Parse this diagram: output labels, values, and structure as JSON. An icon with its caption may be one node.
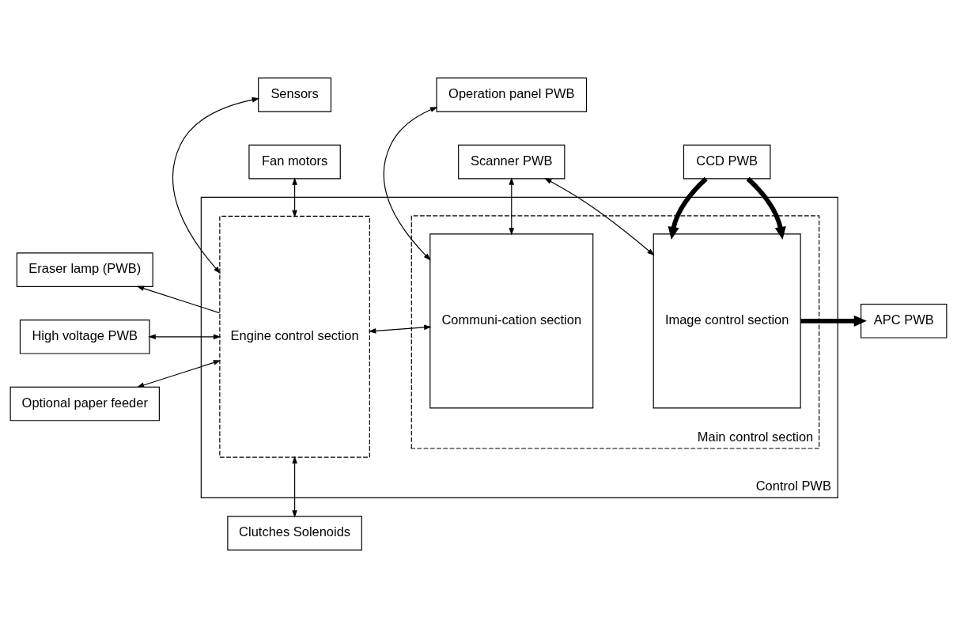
{
  "diagram": {
    "nodes": [
      {
        "text": [
          "Clutches Solenoids"
        ]
      },
      {
        "text": [
          "Scanner PWB"
        ]
      },
      {
        "text": [
          "CCD PWB"
        ]
      },
      {
        "text": [
          "Control PWB"
        ]
      },
      {
        "text": [
          "Eraser lamp (PWB)"
        ]
      },
      {
        "text": [
          "Engine control section"
        ],
        "in": 3
      },
      {
        "text": [
          "Main control section"
        ],
        "in": 3
      },
      {
        "text": [
          "Communi-cation section"
        ],
        "in": 6
      },
      {
        "text": [
          "Image control section"
        ],
        "in": 6
      },
      {
        "text": [
          "APC PWB"
        ]
      },
      {
        "text": [
          "High voltage PWB"
        ]
      },
      {
        "text": [
          "Optional paper feeder"
        ]
      },
      {
        "text": [
          "Fan motors"
        ]
      },
      {
        "text": [
          "Sensors"
        ]
      },
      {
        "text": [
          "Operation panel PWB"
        ]
      }
    ],
    "edges": [
      {
        "from": 0,
        "to": 5,
        "arrow": "both"
      },
      {
        "from": 1,
        "to": 7,
        "arrow": "both"
      },
      {
        "from": 1,
        "to": 8,
        "arrow": "both"
      },
      {
        "from": 2,
        "to": 8,
        "arrow": "to",
        "style": "thick"
      },
      {
        "from": 2,
        "to": 8,
        "arrow": "to",
        "style": "thick"
      },
      {
        "from": 5,
        "to": 4,
        "arrow": "to"
      },
      {
        "from": 10,
        "to": 5,
        "arrow": "both"
      },
      {
        "from": 11,
        "to": 5,
        "arrow": "both"
      },
      {
        "from": 5,
        "to": 7,
        "arrow": "both"
      },
      {
        "from": 8,
        "to": 9,
        "arrow": "to",
        "style": "thick"
      },
      {
        "from": 5,
        "to": 12,
        "arrow": "both"
      },
      {
        "from": 5,
        "to": 13,
        "arrow": "both"
      },
      {
        "from": 7,
        "to": 14,
        "arrow": "both"
      }
    ]
  }
}
